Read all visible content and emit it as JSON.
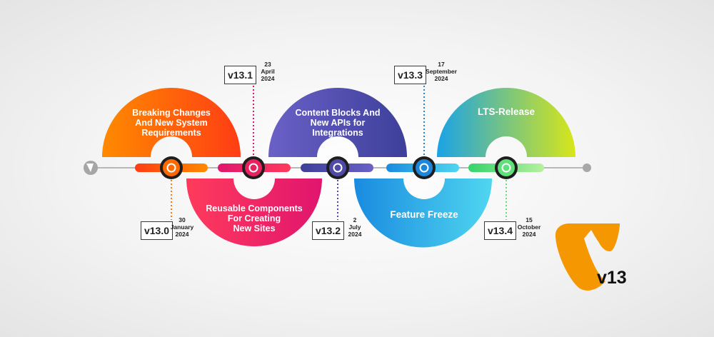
{
  "colors": {
    "line": "#b8b8b8",
    "brand_orange": "#f49700"
  },
  "start_icon": "typo3-logo-icon",
  "brand": {
    "logo_icon": "typo3-logo-icon",
    "version_label": "v13"
  },
  "milestones": [
    {
      "version": "v13.0",
      "date_lines": [
        "30",
        "January",
        "2024"
      ],
      "title": "Breaking Changes And New System Requirements",
      "title_lines": [
        "Breaking Changes",
        "And New System",
        "Requirements"
      ],
      "gradient": [
        "#ff8a00",
        "#ff3d14"
      ],
      "node_color": "#ff6a00"
    },
    {
      "version": "v13.1",
      "date_lines": [
        "23",
        "April",
        "2024"
      ],
      "title": "Reusable Components For Creating New Sites",
      "title_lines": [
        "Reusable Components",
        "For Creating",
        "New Sites"
      ],
      "gradient": [
        "#ff3b5c",
        "#e0156e"
      ],
      "node_color": "#e8225f"
    },
    {
      "version": "v13.2",
      "date_lines": [
        "2",
        "July",
        "2024"
      ],
      "title": "Content Blocks And New APIs for Integrations",
      "title_lines": [
        "Content Blocks And",
        "New APIs for",
        "Integrations"
      ],
      "gradient": [
        "#6a61c7",
        "#3d3f9a"
      ],
      "node_color": "#4f4aa8"
    },
    {
      "version": "v13.3",
      "date_lines": [
        "17",
        "September",
        "2024"
      ],
      "title": "Feature Freeze",
      "title_lines": [
        "Feature Freeze"
      ],
      "gradient": [
        "#1a8be0",
        "#4fd6f0"
      ],
      "node_color": "#1c86db"
    },
    {
      "version": "v13.4",
      "date_lines": [
        "15",
        "October",
        "2024"
      ],
      "title": "LTS-Release",
      "title_lines": [
        "LTS-Release"
      ],
      "gradient": [
        "#1aa3e6",
        "#d8e619"
      ],
      "node_color": "#5fe07a"
    }
  ]
}
